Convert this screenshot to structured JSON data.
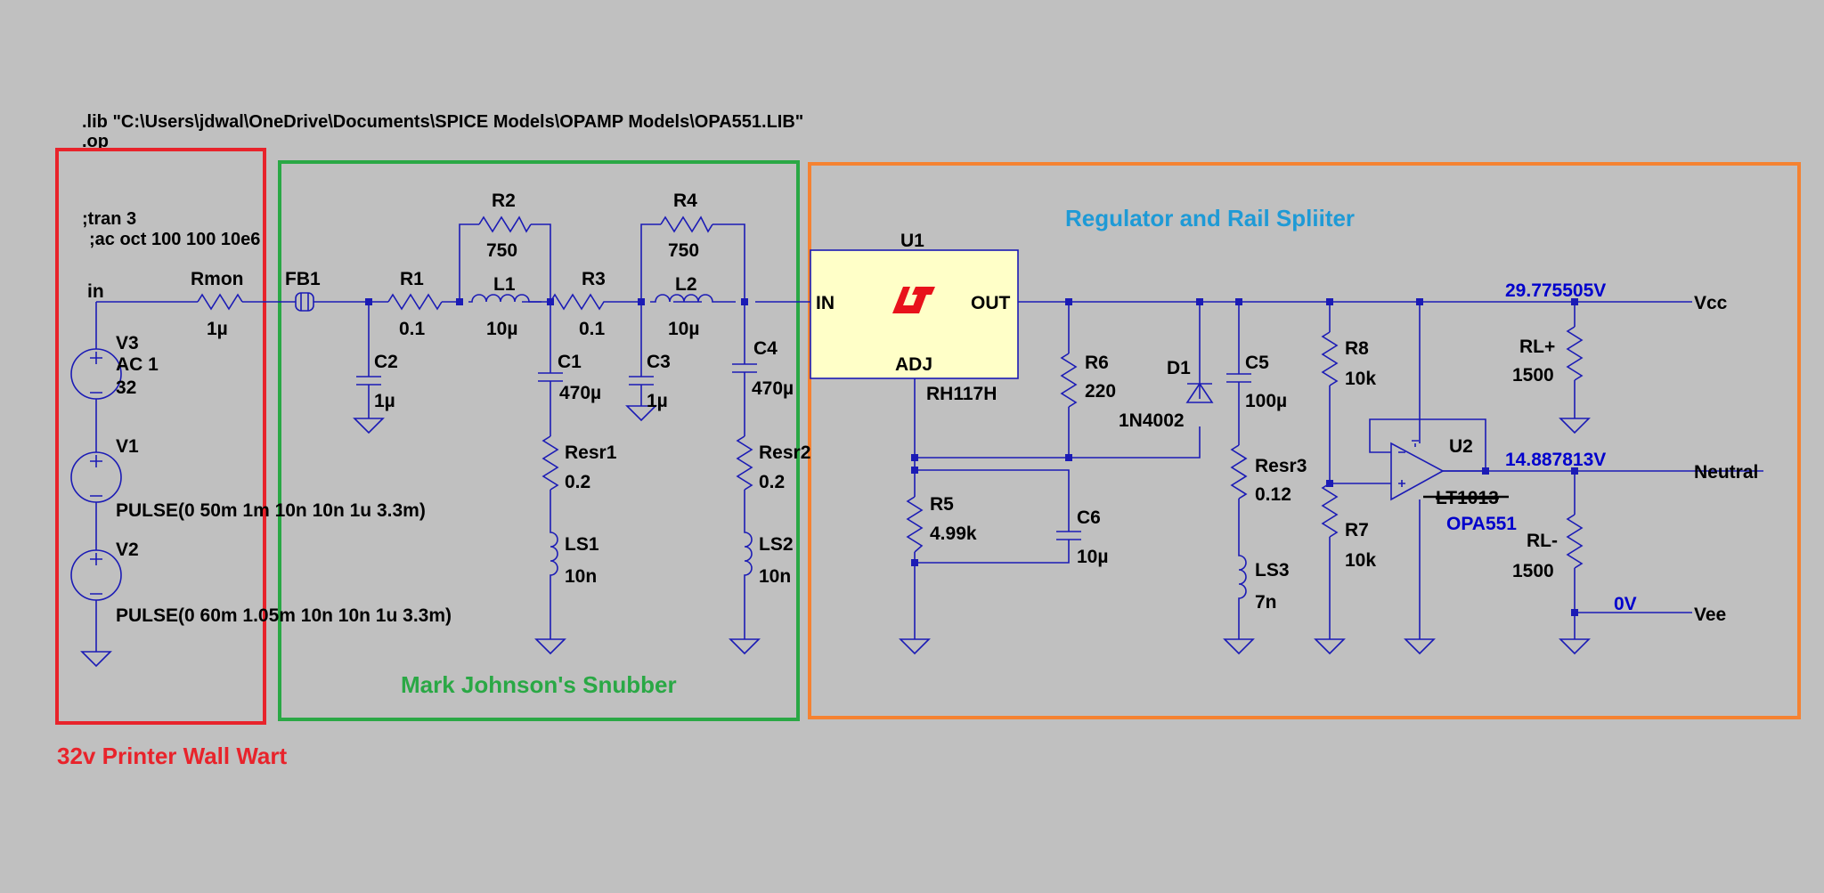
{
  "colors": {
    "background": "#c0c0c0",
    "wire": "#1b1bb5",
    "wallwart": "#e8232b",
    "snubber": "#2aa845",
    "regulator": "#f58231",
    "regulator_title": "#1e9ad6",
    "voltage": "#0000cc",
    "ic_fill": "#ffffc8"
  },
  "directives": {
    "lib": ".lib \"C:\\Users\\jdwal\\OneDrive\\Documents\\SPICE Models\\OPAMP Models\\OPA551.LIB\"",
    "op": ".op",
    "tran": ";tran 3",
    "ac": ";ac oct 100 100 10e6"
  },
  "sections": {
    "wallwart": "32v Printer Wall Wart",
    "snubber": "Mark Johnson's Snubber",
    "regulator": "Regulator and Rail Spliiter"
  },
  "nets": {
    "in": "in",
    "vcc": "Vcc",
    "neutral": "Neutral",
    "vee": "Vee"
  },
  "voltages": {
    "vcc": "29.775505V",
    "neutral": "14.887813V",
    "vee": "0V"
  },
  "components": {
    "v3": {
      "name": "V3",
      "ac": "AC 1",
      "value": "32"
    },
    "v1": {
      "name": "V1",
      "value": "PULSE(0 50m 1m 10n 10n 1u 3.3m)"
    },
    "v2": {
      "name": "V2",
      "value": "PULSE(0 60m 1.05m 10n 10n 1u 3.3m)"
    },
    "rmon": {
      "name": "Rmon",
      "value": "1µ"
    },
    "fb1": {
      "name": "FB1"
    },
    "r1": {
      "name": "R1",
      "value": "0.1"
    },
    "r2": {
      "name": "R2",
      "value": "750"
    },
    "l1": {
      "name": "L1",
      "value": "10µ"
    },
    "r3": {
      "name": "R3",
      "value": "0.1"
    },
    "r4": {
      "name": "R4",
      "value": "750"
    },
    "l2": {
      "name": "L2",
      "value": "10µ"
    },
    "c2": {
      "name": "C2",
      "value": "1µ"
    },
    "c1": {
      "name": "C1",
      "value": "470µ"
    },
    "c3": {
      "name": "C3",
      "value": "1µ"
    },
    "c4": {
      "name": "C4",
      "value": "470µ"
    },
    "resr1": {
      "name": "Resr1",
      "value": "0.2"
    },
    "resr2": {
      "name": "Resr2",
      "value": "0.2"
    },
    "ls1": {
      "name": "LS1",
      "value": "10n"
    },
    "ls2": {
      "name": "LS2",
      "value": "10n"
    },
    "u1": {
      "name": "U1",
      "part": "RH117H",
      "pin_in": "IN",
      "pin_out": "OUT",
      "pin_adj": "ADJ",
      "logo": "lt-logo"
    },
    "r5": {
      "name": "R5",
      "value": "4.99k"
    },
    "c6": {
      "name": "C6",
      "value": "10µ"
    },
    "r6": {
      "name": "R6",
      "value": "220"
    },
    "d1": {
      "name": "D1",
      "value": "1N4002"
    },
    "c5": {
      "name": "C5",
      "value": "100µ"
    },
    "resr3": {
      "name": "Resr3",
      "value": "0.12"
    },
    "ls3": {
      "name": "LS3",
      "value": "7n"
    },
    "r8": {
      "name": "R8",
      "value": "10k"
    },
    "r7": {
      "name": "R7",
      "value": "10k"
    },
    "u2": {
      "name": "U2",
      "old_part": "LT1013",
      "part": "OPA551"
    },
    "rlp": {
      "name": "RL+",
      "value": "1500"
    },
    "rlm": {
      "name": "RL-",
      "value": "1500"
    }
  }
}
